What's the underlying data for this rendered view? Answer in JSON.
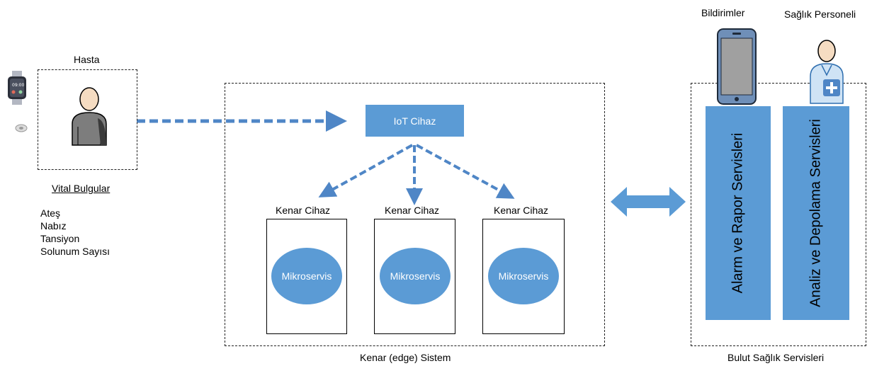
{
  "patient": {
    "title": "Hasta",
    "vitals_heading": "Vital Bulgular",
    "vitals": [
      "Ateş",
      "Nabız",
      "Tansiyon",
      "Solunum Sayısı"
    ]
  },
  "edge": {
    "iot_label": "IoT Cihaz",
    "devices": [
      {
        "title": "Kenar Cihaz",
        "service": "Mikroservis"
      },
      {
        "title": "Kenar Cihaz",
        "service": "Mikroservis"
      },
      {
        "title": "Kenar Cihaz",
        "service": "Mikroservis"
      }
    ],
    "system_label": "Kenar (edge) Sistem"
  },
  "cloud": {
    "notifications_label": "Bildirimler",
    "staff_label": "Sağlık Personeli",
    "alarm_service": "Alarm ve Rapor Servisleri",
    "analysis_service": "Analiz ve Depolama Servisleri",
    "cloud_label": "Bulut Sağlık Servisleri"
  },
  "icons": {
    "patient": "person-icon",
    "watch": "smartwatch-icon",
    "sensor": "sensor-icon",
    "phone": "smartphone-icon",
    "doctor": "health-worker-icon"
  },
  "colors": {
    "accent": "#5b9bd5",
    "arrow": "#4f86c6"
  }
}
